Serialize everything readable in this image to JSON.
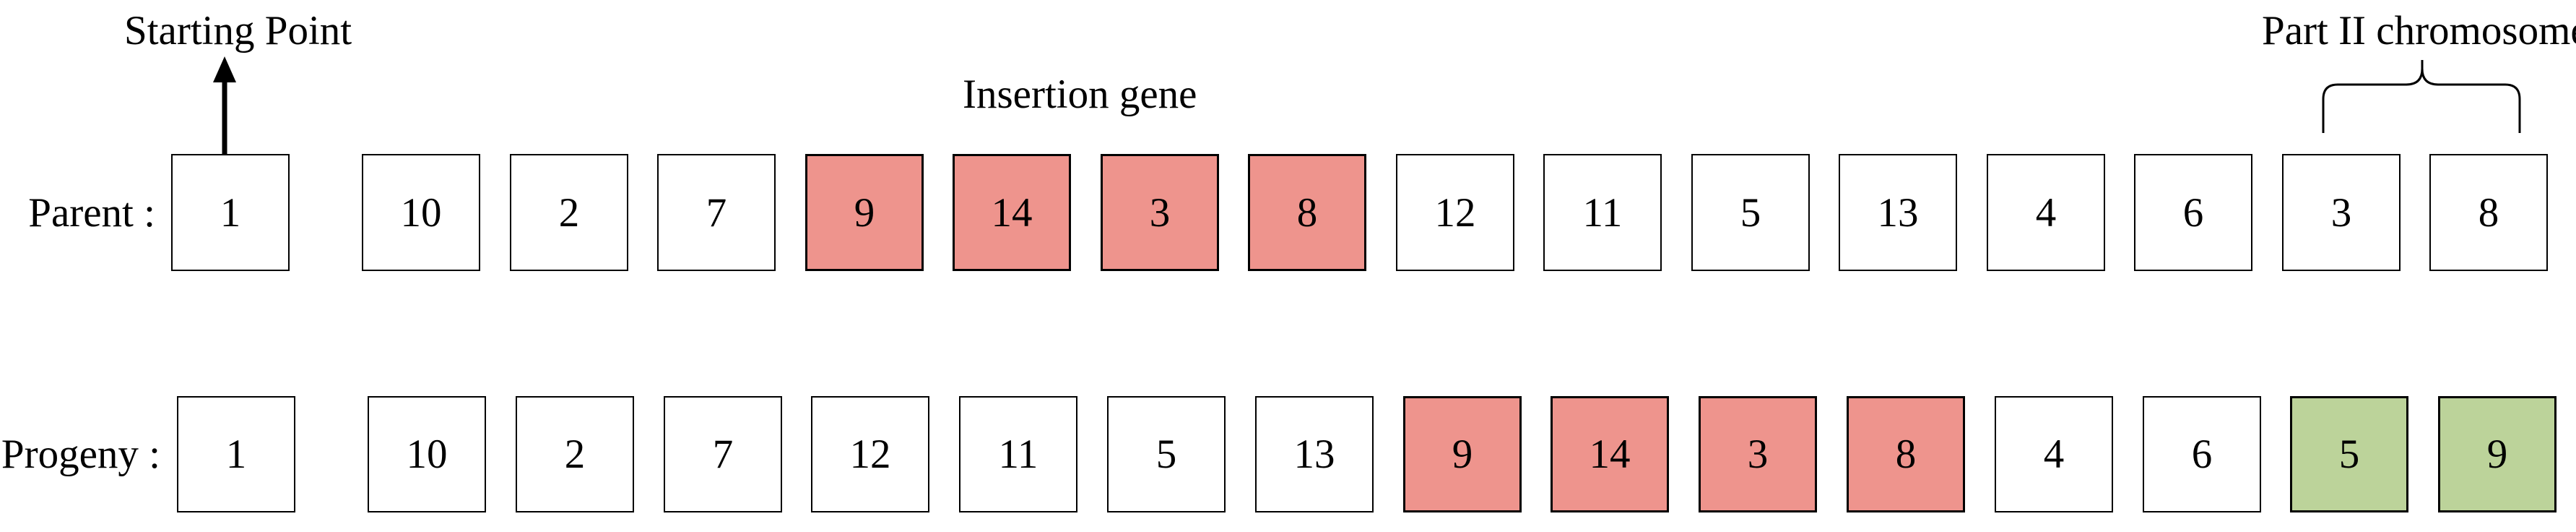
{
  "labels": {
    "starting_point": "Starting Point",
    "insertion_gene": "Insertion gene",
    "part2_chromosome": "Part II chromosome"
  },
  "colors": {
    "insertion_fill": "#ee948d",
    "part2_fill": "#bcd39a",
    "box_border": "#000000",
    "background": "#ffffff",
    "text": "#000000"
  },
  "rows": {
    "parent": {
      "label": "Parent :",
      "cells": [
        {
          "value": "1",
          "type": "normal"
        },
        {
          "value": "10",
          "type": "normal"
        },
        {
          "value": "2",
          "type": "normal"
        },
        {
          "value": "7",
          "type": "normal"
        },
        {
          "value": "9",
          "type": "insertion"
        },
        {
          "value": "14",
          "type": "insertion"
        },
        {
          "value": "3",
          "type": "insertion"
        },
        {
          "value": "8",
          "type": "insertion"
        },
        {
          "value": "12",
          "type": "normal"
        },
        {
          "value": "11",
          "type": "normal"
        },
        {
          "value": "5",
          "type": "normal"
        },
        {
          "value": "13",
          "type": "normal"
        },
        {
          "value": "4",
          "type": "normal"
        },
        {
          "value": "6",
          "type": "normal"
        },
        {
          "value": "3",
          "type": "normal"
        },
        {
          "value": "8",
          "type": "normal"
        }
      ]
    },
    "progeny": {
      "label": "Progeny :",
      "cells": [
        {
          "value": "1",
          "type": "normal"
        },
        {
          "value": "10",
          "type": "normal"
        },
        {
          "value": "2",
          "type": "normal"
        },
        {
          "value": "7",
          "type": "normal"
        },
        {
          "value": "12",
          "type": "normal"
        },
        {
          "value": "11",
          "type": "normal"
        },
        {
          "value": "5",
          "type": "normal"
        },
        {
          "value": "13",
          "type": "normal"
        },
        {
          "value": "9",
          "type": "insertion"
        },
        {
          "value": "14",
          "type": "insertion"
        },
        {
          "value": "3",
          "type": "insertion"
        },
        {
          "value": "8",
          "type": "insertion"
        },
        {
          "value": "4",
          "type": "normal"
        },
        {
          "value": "6",
          "type": "normal"
        },
        {
          "value": "5",
          "type": "part2"
        },
        {
          "value": "9",
          "type": "part2"
        }
      ]
    }
  },
  "legend": {
    "insertion_meaning": "Insertion gene",
    "part2_meaning": "Part II chromosome"
  }
}
